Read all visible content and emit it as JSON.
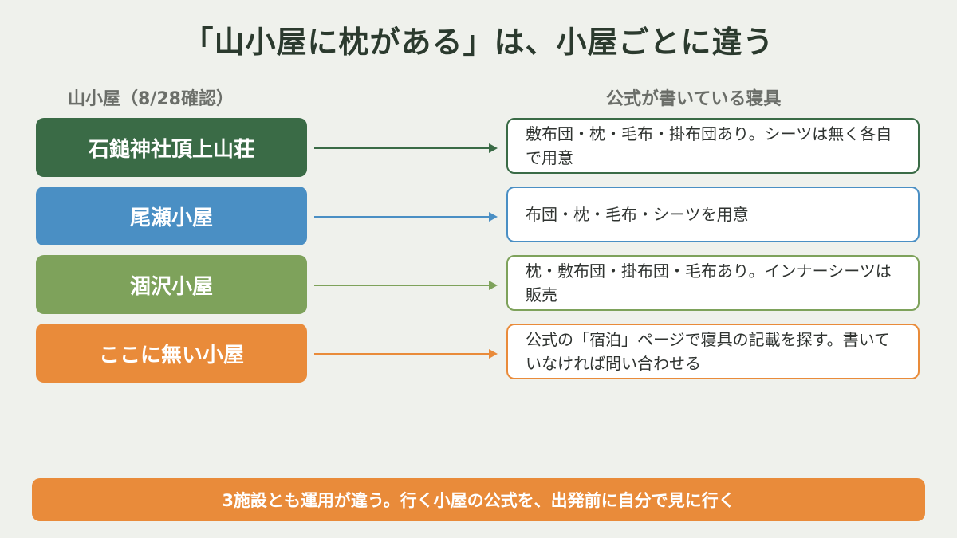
{
  "title": "「山小屋に枕がある」は、小屋ごとに違う",
  "headers": {
    "left": "山小屋（8/28確認）",
    "right": "公式が書いている寝具"
  },
  "rows": [
    {
      "hut": "石鎚神社頂上山荘",
      "bedding": "敷布団・枕・毛布・掛布団あり。シーツは無く各自で用意",
      "color": "#3a6b46"
    },
    {
      "hut": "尾瀬小屋",
      "bedding": "布団・枕・毛布・シーツを用意",
      "color": "#4a8fc4"
    },
    {
      "hut": "涸沢小屋",
      "bedding": "枕・敷布団・掛布団・毛布あり。インナーシーツは販売",
      "color": "#7ea25b"
    },
    {
      "hut": "ここに無い小屋",
      "bedding": "公式の「宿泊」ページで寝具の記載を探す。書いていなければ問い合わせる",
      "color": "#e98b3a"
    }
  ],
  "footer": "3施設とも運用が違う。行く小屋の公式を、出発前に自分で見に行く"
}
